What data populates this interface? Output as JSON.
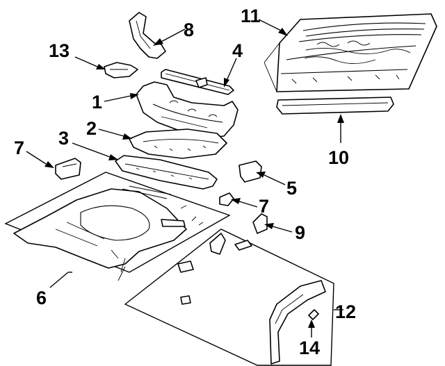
{
  "diagram": {
    "callouts": [
      {
        "id": "1",
        "label": "1"
      },
      {
        "id": "2",
        "label": "2"
      },
      {
        "id": "3",
        "label": "3"
      },
      {
        "id": "4",
        "label": "4"
      },
      {
        "id": "5",
        "label": "5"
      },
      {
        "id": "6",
        "label": "6"
      },
      {
        "id": "7a",
        "label": "7"
      },
      {
        "id": "7b",
        "label": "7"
      },
      {
        "id": "8",
        "label": "8"
      },
      {
        "id": "9",
        "label": "9"
      },
      {
        "id": "10",
        "label": "10"
      },
      {
        "id": "11",
        "label": "11"
      },
      {
        "id": "12",
        "label": "12"
      },
      {
        "id": "13",
        "label": "13"
      },
      {
        "id": "14",
        "label": "14"
      }
    ]
  }
}
